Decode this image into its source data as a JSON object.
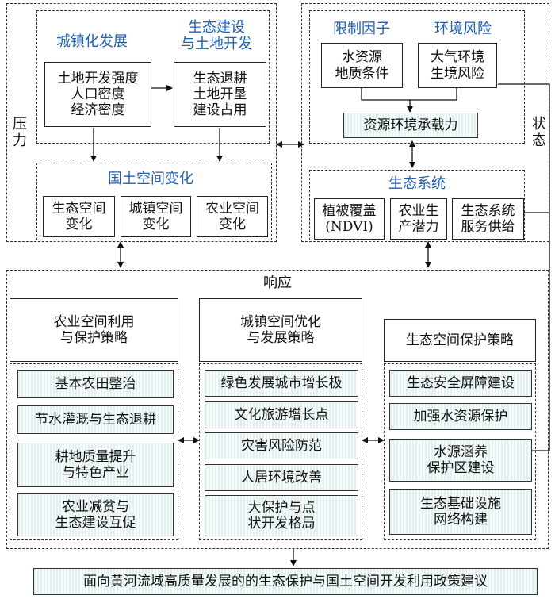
{
  "pressure": {
    "label": "压力",
    "urbanization": {
      "heading": "城镇化发展",
      "box": "土地开发强度\n人口密度\n经济密度"
    },
    "eco_construction": {
      "heading": "生态建设\n与土地开发",
      "box": "生态退耕\n土地开垦\n建设占用"
    },
    "territorial_change": {
      "heading": "国土空间变化",
      "items": [
        "生态空间\n变化",
        "城镇空间\n变化",
        "农业空间\n变化"
      ]
    }
  },
  "state": {
    "label": "状态",
    "limiting_factors": {
      "heading": "限制因子",
      "box": "水资源\n地质条件"
    },
    "env_risk": {
      "heading": "环境风险",
      "box": "大气环境\n生境风险"
    },
    "carrying_capacity": "资源环境承载力",
    "ecosystem": {
      "heading": "生态系统",
      "items": [
        "植被覆盖\n(NDVI)",
        "农业生\n产潜力",
        "生态系统\n服务供给"
      ]
    }
  },
  "response": {
    "label": "响应",
    "columns": [
      {
        "title": "农业空间利用\n与保护策略",
        "items": [
          "基本农田整治",
          "节水灌溉与生态退耕",
          "耕地质量提升\n与特色产业",
          "农业减贫与\n生态建设互促"
        ]
      },
      {
        "title": "城镇空间优化\n与发展策略",
        "items": [
          "绿色发展城市增长极",
          "文化旅游增长点",
          "灾害风险防范",
          "人居环境改善",
          "大保护与点\n状开发格局"
        ]
      },
      {
        "title": "生态空间保护策略",
        "items": [
          "生态安全屏障建设",
          "加强水资源保护",
          "水源涵养\n保护区建设",
          "生态基础设施\n网络构建"
        ]
      }
    ]
  },
  "conclusion": "面向黄河流域高质量发展的的生态保护与国土空间开发利用政策建议"
}
